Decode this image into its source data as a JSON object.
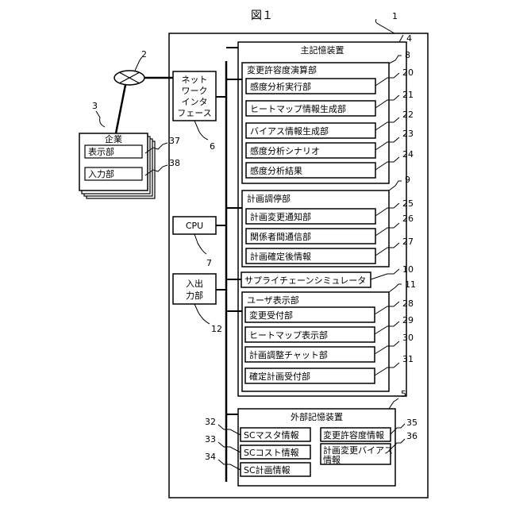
{
  "figure_title": "図１",
  "ref": {
    "system": "1",
    "network": "2",
    "company": "3",
    "main_storage": "4",
    "external_storage": "5",
    "network_interface": "6",
    "cpu": "7",
    "sensitivity_unit": "8",
    "plan_adjust": "9",
    "sc_simulator": "10",
    "user_display": "11",
    "io_unit": "12",
    "sens_exec": "20",
    "heatmap_gen": "21",
    "bias_gen": "22",
    "scenario": "23",
    "result": "24",
    "notify": "25",
    "stakeholder": "26",
    "post_confirm": "27",
    "change_accept": "28",
    "heatmap_disp": "29",
    "chat": "30",
    "confirm_accept": "31",
    "sc_master": "32",
    "sc_cost": "33",
    "sc_plan": "34",
    "tolerance": "35",
    "bias_info": "36",
    "display_unit": "37",
    "input_unit": "38"
  },
  "company": {
    "title": "企業",
    "display": "表示部",
    "input": "入力部"
  },
  "network_interface": {
    "line1": "ネット",
    "line2": "ワーク",
    "line3": "インタ",
    "line4": "フェース"
  },
  "cpu": {
    "label": "CPU"
  },
  "io_unit": {
    "line1": "入出",
    "line2": "力部"
  },
  "main_storage": {
    "title": "主記憶装置"
  },
  "sensitivity_unit": {
    "title": "変更許容度演算部",
    "items": [
      "感度分析実行部",
      "ヒートマップ情報生成部",
      "バイアス情報生成部",
      "感度分析シナリオ",
      "感度分析結果"
    ]
  },
  "plan_adjust": {
    "title": "計画調停部",
    "items": [
      "計画変更通知部",
      "関係者間通信部",
      "計画確定後情報"
    ]
  },
  "sc_simulator": {
    "label": "サプライチェーンシミュレータ"
  },
  "user_display": {
    "title": "ユーザ表示部",
    "items": [
      "変更受付部",
      "ヒートマップ表示部",
      "計画調整チャット部",
      "確定計画受付部"
    ]
  },
  "external_storage": {
    "title": "外部記憶装置",
    "left_items": [
      "SCマスタ情報",
      "SCコスト情報",
      "SC計画情報"
    ],
    "tolerance": "変更許容度情報",
    "bias_line1": "計画変更バイアス",
    "bias_line2": "情報"
  }
}
